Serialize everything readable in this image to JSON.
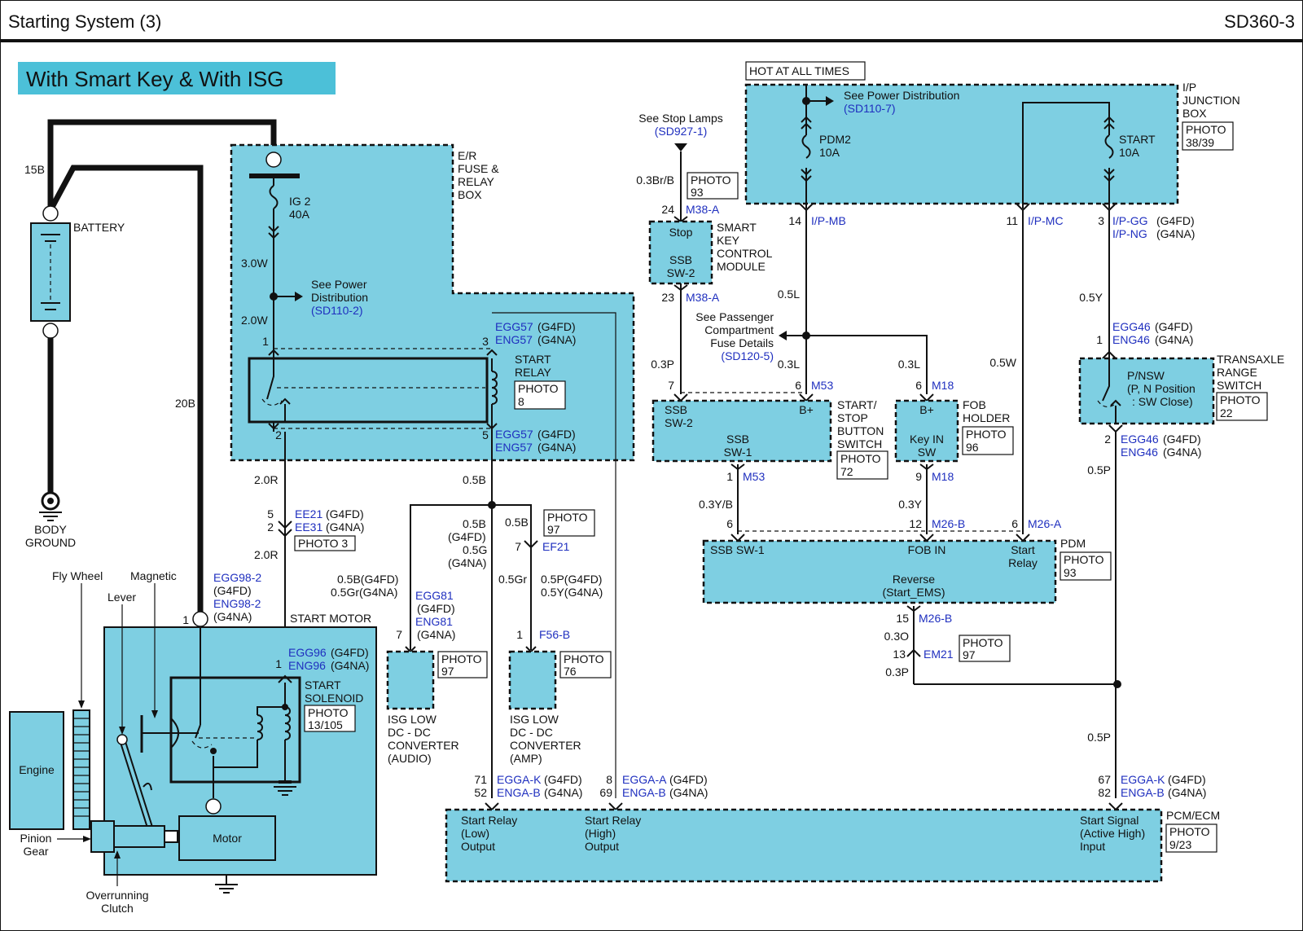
{
  "header": {
    "title": "Starting System (3)",
    "page_code": "SD360-3"
  },
  "banner": {
    "text": "With Smart Key & With ISG",
    "color": "#4cc0d8"
  },
  "colors": {
    "box_fill": "#7ecfe2",
    "link_blue": "#1f2fbf"
  },
  "battery": {
    "label": "BATTERY",
    "wire_top": "15B",
    "wire_ground": "20B",
    "ground_label": [
      "BODY",
      "GROUND"
    ]
  },
  "er_box": {
    "label": [
      "E/R",
      "FUSE &",
      "RELAY",
      "BOX"
    ],
    "fuse": [
      "IG 2",
      "40A"
    ],
    "wire1": "3.0W",
    "wire2": "2.0W",
    "see_power": [
      "See Power",
      "Distribution",
      "(SD110-2)"
    ],
    "relay_label": [
      "START",
      "RELAY"
    ],
    "relay_photo": [
      "PHOTO",
      "8"
    ],
    "pin1": "1",
    "pin2": "2",
    "pin3": "3",
    "pin5": "5",
    "conn_top": [
      "EGG57",
      "(G4FD)",
      "ENG57",
      "(G4NA)"
    ],
    "conn_bot": [
      "EGG57",
      "(G4FD)",
      "ENG57",
      "(G4NA)"
    ]
  },
  "left_wires": {
    "w_2_0r_a": "2.0R",
    "w_2_0r_b": "2.0R",
    "pin5": "5",
    "pin2": "2",
    "ee21": "EE21",
    "ee21_var": "(G4FD)",
    "ee31": "EE31",
    "ee31_var": "(G4NA)",
    "photo3": "PHOTO 3",
    "w_0_5b": "0.5B"
  },
  "start_motor": {
    "label": "START MOTOR",
    "conn1": [
      "EGG98-2",
      "(G4FD)",
      "ENG98-2",
      "(G4NA)"
    ],
    "pin1": "1",
    "sol_conn": [
      "EGG96",
      "(G4FD)",
      "ENG96",
      "(G4NA)"
    ],
    "sol_pin": "1",
    "sol_label": [
      "START",
      "SOLENOID"
    ],
    "sol_photo": [
      "PHOTO",
      "13/105"
    ],
    "motor": "Motor",
    "engine": "Engine",
    "fly_wheel": "Fly Wheel",
    "magnetic": "Magnetic",
    "lever": "Lever",
    "pinion": [
      "Pinion",
      "Gear"
    ],
    "clutch": [
      "Overrunning",
      "Clutch"
    ]
  },
  "isg": {
    "w_left": [
      "0.5B(G4FD)",
      "0.5Gr(G4NA)"
    ],
    "w_mid": [
      "0.5B",
      "(G4FD)",
      "0.5G",
      "(G4NA)"
    ],
    "egg81": [
      "EGG81",
      "(G4FD)",
      "ENG81",
      "(G4NA)"
    ],
    "pin7": "7",
    "photo97": [
      "PHOTO",
      "97"
    ],
    "audio": [
      "ISG LOW",
      "DC - DC",
      "CONVERTER",
      "(AUDIO)"
    ],
    "ef21_wire": "0.5B",
    "ef21_photo": [
      "PHOTO",
      "97"
    ],
    "ef21_pin": "7",
    "ef21": "EF21",
    "w_gr": "0.5Gr",
    "w_right": [
      "0.5P(G4FD)",
      "0.5Y(G4NA)"
    ],
    "f56_pin": "1",
    "f56": "F56-B",
    "photo76": [
      "PHOTO",
      "76"
    ],
    "amp": [
      "ISG LOW",
      "DC - DC",
      "CONVERTER",
      "(AMP)"
    ]
  },
  "smart_key": {
    "see_stop": "See Stop Lamps",
    "see_stop_ref": "(SD927-1)",
    "wire": "0.3Br/B",
    "photo": [
      "PHOTO",
      "93"
    ],
    "pin24": "24",
    "m38a_top": "M38-A",
    "pin23": "23",
    "m38a_bot": "M38-A",
    "inside": [
      "Stop",
      "SSB",
      "SW-2"
    ],
    "label": [
      "SMART",
      "KEY",
      "CONTROL",
      "MODULE"
    ]
  },
  "ip_box": {
    "hot": "HOT AT ALL TIMES",
    "see_power": "See Power Distribution",
    "see_power_ref": "(SD110-7)",
    "fuse1": [
      "PDM2",
      "10A"
    ],
    "fuse2": [
      "START",
      "10A"
    ],
    "label": [
      "I/P",
      "JUNCTION",
      "BOX"
    ],
    "photo": [
      "PHOTO",
      "38/39"
    ],
    "p14": "14",
    "c14": "I/P-MB",
    "p11": "11",
    "c11": "I/P-MC",
    "p3": "3",
    "c3a": "I/P-GG",
    "c3a_var": "(G4FD)",
    "c3b": "I/P-NG",
    "c3b_var": "(G4NA)"
  },
  "passenger": {
    "text": [
      "See Passenger",
      "Compartment",
      "Fuse Details"
    ],
    "ref": "(SD120-5)",
    "w05l": "0.5L",
    "w03l_a": "0.3L",
    "w03l_b": "0.3L",
    "w03p": "0.3P"
  },
  "ssb_switch": {
    "pin7": "7",
    "pin6": "6",
    "m53_top": "M53",
    "inside": [
      "SSB",
      "SW-2",
      "B+",
      "SSB",
      "SW-1"
    ],
    "label": [
      "START/",
      "STOP",
      "BUTTON",
      "SWITCH"
    ],
    "photo": [
      "PHOTO",
      "72"
    ],
    "pin1": "1",
    "m53_bot": "M53",
    "wire": "0.3Y/B"
  },
  "fob": {
    "pin6": "6",
    "m18_top": "M18",
    "inside": [
      "B+",
      "Key IN",
      "SW"
    ],
    "label": [
      "FOB",
      "HOLDER"
    ],
    "photo": [
      "PHOTO",
      "96"
    ],
    "pin9": "9",
    "m18_bot": "M18",
    "wire": "0.3Y"
  },
  "pdm": {
    "pin6_left": "6",
    "pin12": "12",
    "m26b": "M26-B",
    "pin6_right": "6",
    "m26a": "M26-A",
    "inside": [
      "SSB SW-1",
      "FOB IN",
      "Start",
      "Relay",
      "Reverse",
      "(Start_EMS)"
    ],
    "label": "PDM",
    "photo": [
      "PHOTO",
      "93"
    ],
    "pin15": "15",
    "m26b_bot": "M26-B",
    "w_03o": "0.3O",
    "pin13": "13",
    "em21": "EM21",
    "em21_photo": [
      "PHOTO",
      "97"
    ],
    "w_03p": "0.3P",
    "w_05w": "0.5W"
  },
  "transaxle": {
    "w05y": "0.5Y",
    "pin1": "1",
    "conn_top": [
      "EGG46",
      "(G4FD)",
      "ENG46",
      "(G4NA)"
    ],
    "inside": [
      "P/NSW",
      "(P, N Position",
      ": SW Close)"
    ],
    "label": [
      "TRANSAXLE",
      "RANGE",
      "SWITCH"
    ],
    "photo": [
      "PHOTO",
      "22"
    ],
    "pin2": "2",
    "conn_bot": [
      "EGG46",
      "(G4FD)",
      "ENG46",
      "(G4NA)"
    ],
    "w05p_a": "0.5P",
    "w05p_b": "0.5P"
  },
  "pcm": {
    "label": "PCM/ECM",
    "photo": [
      "PHOTO",
      "9/23"
    ],
    "p71": "71",
    "p52": "52",
    "c71": [
      "EGGA-K",
      "(G4FD)",
      "ENGA-B",
      "(G4NA)"
    ],
    "p8": "8",
    "p69": "69",
    "c8": [
      "EGGA-A",
      "(G4FD)",
      "ENGA-B",
      "(G4NA)"
    ],
    "p67": "67",
    "p82": "82",
    "c67": [
      "EGGA-K",
      "(G4FD)",
      "ENGA-B",
      "(G4NA)"
    ],
    "low": [
      "Start Relay",
      "(Low)",
      "Output"
    ],
    "high": [
      "Start Relay",
      "(High)",
      "Output"
    ],
    "signal": [
      "Start Signal",
      "(Active High)",
      "Input"
    ]
  }
}
